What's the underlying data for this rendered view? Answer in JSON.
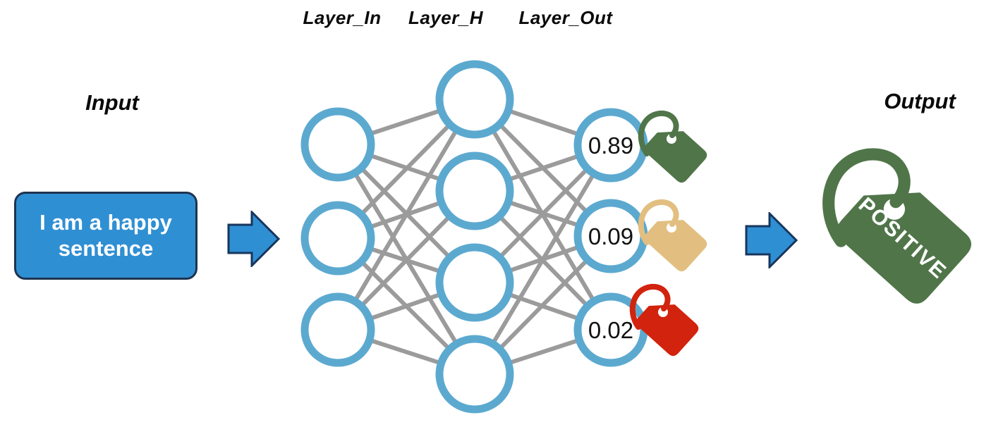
{
  "title_labels": {
    "layer_in": "Layer_In",
    "layer_h": "Layer_H",
    "layer_out": "Layer_Out"
  },
  "input": {
    "label": "Input",
    "sentence": "I am a happy sentence"
  },
  "output": {
    "label": "Output",
    "tag_text": "POSITIVE",
    "tag_color": "#507549"
  },
  "network": {
    "input_nodes": 3,
    "hidden_nodes": 4,
    "output_nodes": 3,
    "output_values": [
      "0.89",
      "0.09",
      "0.02"
    ]
  },
  "tags": [
    {
      "name": "positive-tag",
      "color": "#507549"
    },
    {
      "name": "neutral-tag",
      "color": "#e2bf81"
    },
    {
      "name": "negative-tag",
      "color": "#d2230e"
    }
  ],
  "colors": {
    "box_and_arrow_blue": "#2f8fd3",
    "dark_border": "#1e3450",
    "node_ring_blue": "#5ca9d0",
    "edge_gray": "#9b9b9b",
    "text_black": "#0a0a0a",
    "tag_green": "#507549",
    "tag_tan": "#e2bf81",
    "tag_red": "#d2230e"
  }
}
